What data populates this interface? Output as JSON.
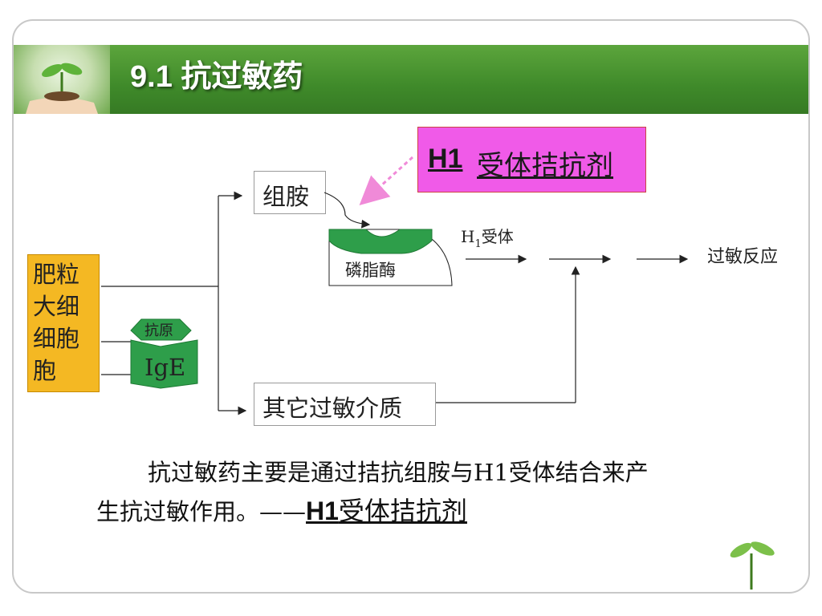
{
  "slide": {
    "title": "9.1 抗过敏药",
    "badge": {
      "prefix": "H1",
      "text": "受体拮抗剂"
    },
    "nodes": {
      "mast_cell": "肥粒大细细胞胞",
      "histamine": "组胺",
      "phospholipase": "磷脂酶",
      "antigen": "抗原",
      "ige": "IgE",
      "h1_receptor_main": "H",
      "h1_receptor_sub": "1",
      "h1_receptor_tail": "受体",
      "allergic_reaction": "过敏反应",
      "other_mediators": "其它过敏介质"
    },
    "caption": {
      "line1": "抗过敏药主要是通过拮抗组胺与H1受体结合来产",
      "line2": "生抗过敏作用。——",
      "line2_emph_prefix": "H1",
      "line2_emph_text": "受体拮抗剂"
    }
  },
  "colors": {
    "header_green": "#4a9632",
    "mast_yellow": "#f4b823",
    "badge_pink": "#f05ae8",
    "ige_green": "#2e9e4a"
  }
}
